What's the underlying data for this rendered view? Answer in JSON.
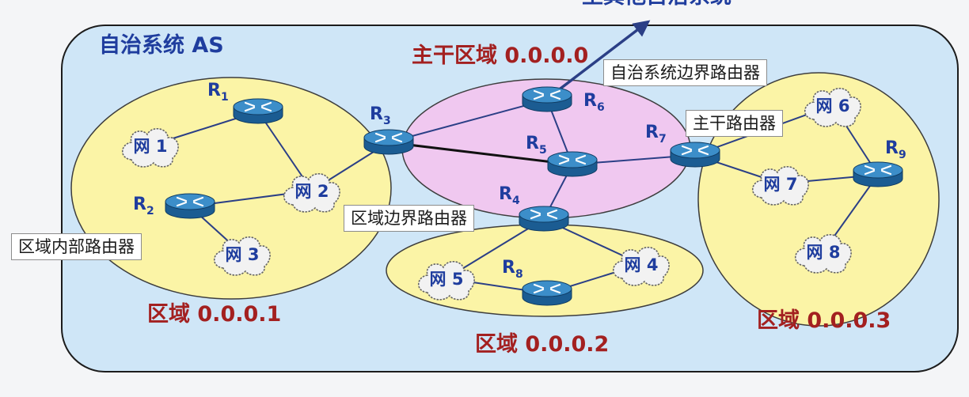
{
  "as_title": "自治系统 AS",
  "external_link_text": "至其他自治系统",
  "areas": {
    "backbone": "主干区域 0.0.0.0",
    "area1": "区域 0.0.0.1",
    "area2": "区域 0.0.0.2",
    "area3": "区域 0.0.0.3"
  },
  "callouts": {
    "asbr": "自治系统边界路由器",
    "backbone_router": "主干路由器",
    "abr": "区域边界路由器",
    "internal": "区域内部路由器"
  },
  "routers": [
    {
      "id": "R1",
      "base": "R",
      "sub": "1"
    },
    {
      "id": "R2",
      "base": "R",
      "sub": "2"
    },
    {
      "id": "R3",
      "base": "R",
      "sub": "3"
    },
    {
      "id": "R4",
      "base": "R",
      "sub": "4"
    },
    {
      "id": "R5",
      "base": "R",
      "sub": "5"
    },
    {
      "id": "R6",
      "base": "R",
      "sub": "6"
    },
    {
      "id": "R7",
      "base": "R",
      "sub": "7"
    },
    {
      "id": "R8",
      "base": "R",
      "sub": "8"
    },
    {
      "id": "R9",
      "base": "R",
      "sub": "9"
    }
  ],
  "networks": [
    {
      "id": "N1",
      "label": "网 1"
    },
    {
      "id": "N2",
      "label": "网 2"
    },
    {
      "id": "N3",
      "label": "网 3"
    },
    {
      "id": "N4",
      "label": "网 4"
    },
    {
      "id": "N5",
      "label": "网 5"
    },
    {
      "id": "N6",
      "label": "网 6"
    },
    {
      "id": "N7",
      "label": "网 7"
    },
    {
      "id": "N8",
      "label": "网 8"
    }
  ],
  "links": [
    [
      "N1",
      "R1"
    ],
    [
      "R1",
      "N2"
    ],
    [
      "R2",
      "N2"
    ],
    [
      "R2",
      "N3"
    ],
    [
      "N2",
      "R3"
    ],
    [
      "R3",
      "R6"
    ],
    [
      "R3",
      "R5"
    ],
    [
      "R6",
      "R5"
    ],
    [
      "R5",
      "R7"
    ],
    [
      "R5",
      "R4"
    ],
    [
      "R7",
      "N6"
    ],
    [
      "R7",
      "N7"
    ],
    [
      "N6",
      "R9"
    ],
    [
      "N7",
      "R9"
    ],
    [
      "R9",
      "N8"
    ],
    [
      "R4",
      "N4"
    ],
    [
      "R4",
      "N5"
    ],
    [
      "N4",
      "R8"
    ],
    [
      "N5",
      "R8"
    ]
  ],
  "colors": {
    "as_fill": "#cfe6f7",
    "area_fill": "#fbf4a6",
    "backbone_fill": "#f0c8f0",
    "title_blue": "#1f3d9e",
    "area_red": "#a32020",
    "link": "#2b3f86",
    "router_top": "#3c8ec9",
    "router_side": "#1b5c92"
  }
}
